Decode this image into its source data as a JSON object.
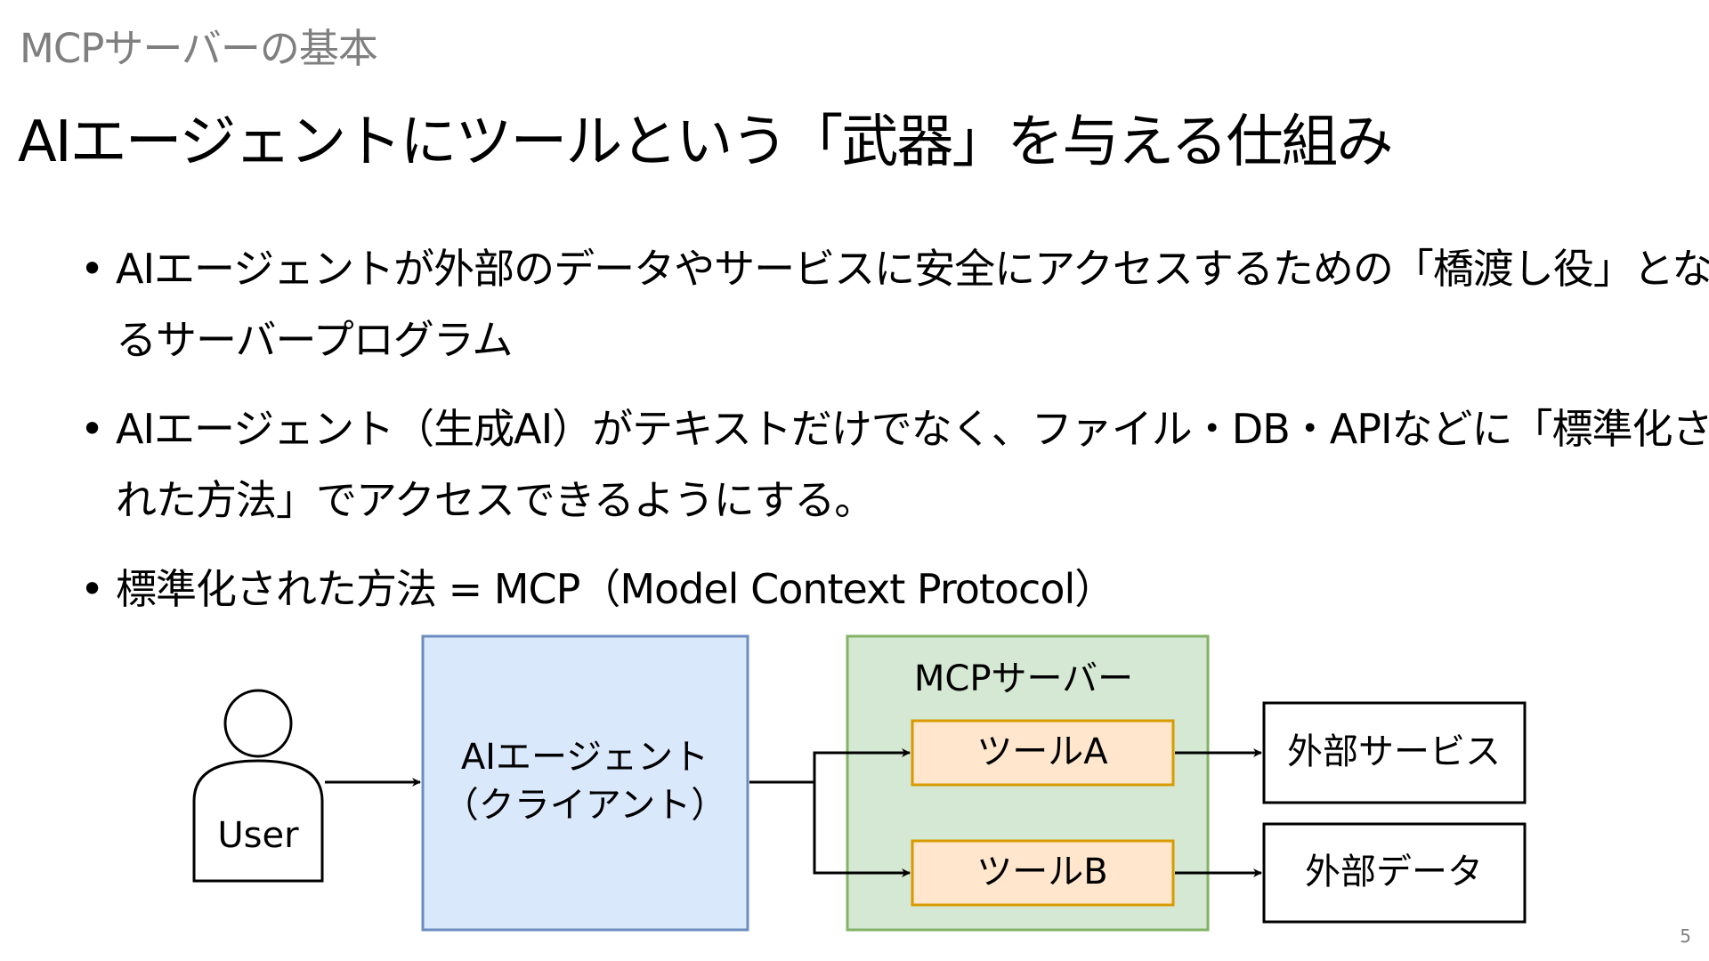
{
  "header": {
    "section": "MCPサーバーの基本",
    "title": "AIエージェントにツールという「武器」を与える仕組み"
  },
  "bullets": [
    {
      "lines": [
        "AIエージェントが外部のデータやサービスに安全にアクセスするための「橋渡し役」とな",
        "るサーバープログラム"
      ]
    },
    {
      "lines": [
        "AIエージェント（生成AI）がテキストだけでなく、ファイル・DB・APIなどに「標準化さ",
        "れた方法」でアクセスできるようにする。"
      ]
    },
    {
      "lines": [
        "標準化された方法 = MCP（Model Context Protocol）"
      ]
    }
  ],
  "diagram": {
    "user_label": "User",
    "agent_line1": "AIエージェント",
    "agent_line2": "（クライアント）",
    "server_label": "MCPサーバー",
    "tool_a": "ツールA",
    "tool_b": "ツールB",
    "external_service": "外部サービス",
    "external_data": "外部データ",
    "colors": {
      "agent_fill": "#dae8fc",
      "agent_stroke": "#6c8ebf",
      "server_fill": "#d5e8d4",
      "server_stroke": "#82b366",
      "tool_fill": "#ffe6cc",
      "tool_stroke": "#d79b00"
    }
  },
  "footer": {
    "page_number": "5"
  }
}
